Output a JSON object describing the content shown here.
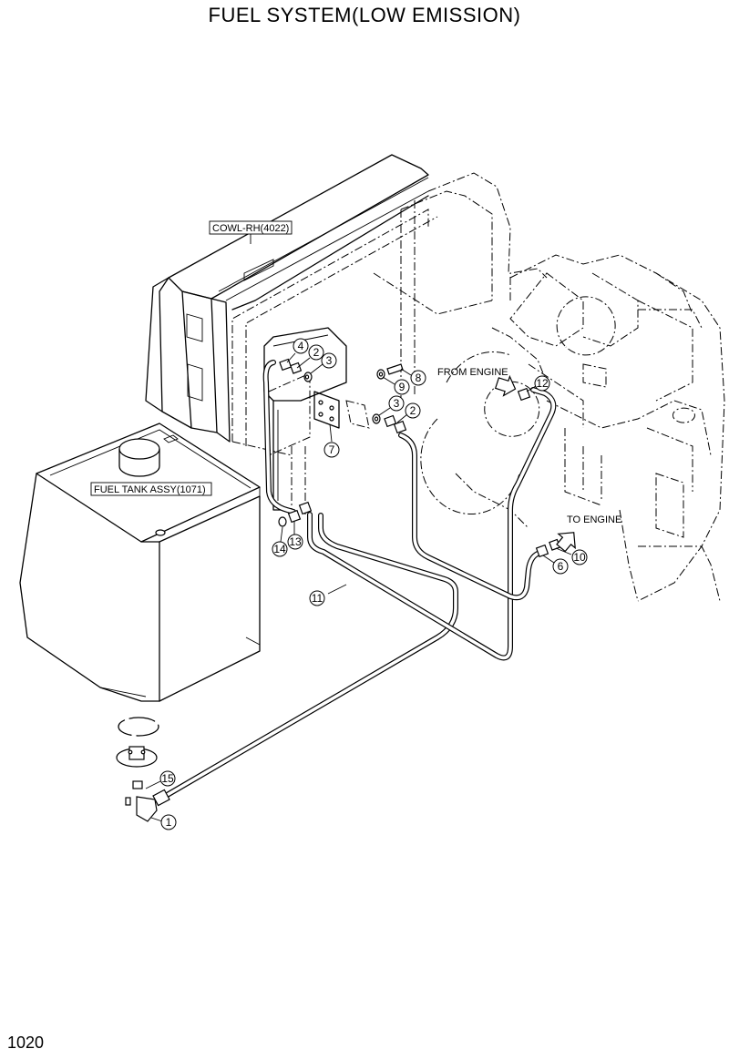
{
  "title": "FUEL SYSTEM(LOW EMISSION)",
  "page_number": "1020",
  "reference_labels": {
    "cowl": "COWL-RH(4022)",
    "fuel_tank": "FUEL TANK ASSY(1071)"
  },
  "flow_labels": {
    "from_engine": "FROM ENGINE",
    "to_engine": "TO ENGINE"
  },
  "callouts": [
    "4",
    "2",
    "3",
    "8",
    "9",
    "12",
    "3",
    "2",
    "7",
    "14",
    "13",
    "6",
    "10",
    "11",
    "15",
    "1"
  ]
}
